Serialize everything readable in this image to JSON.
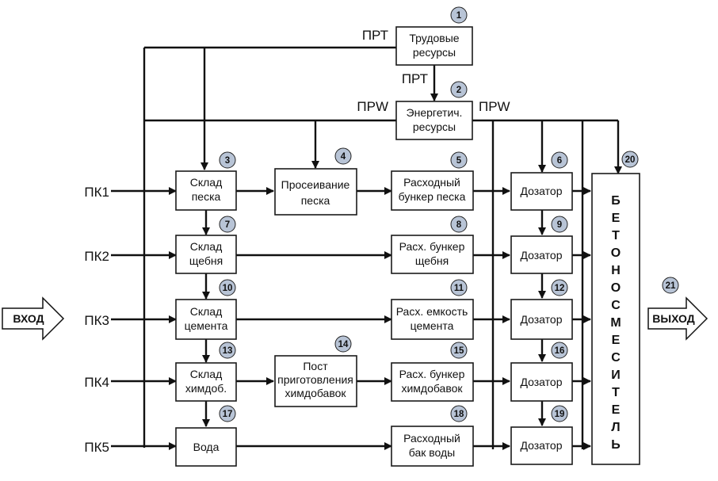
{
  "colors": {
    "line": "#111111",
    "badge": "#b8c4d6",
    "box": "#ffffff"
  },
  "input_label": "ВХОД",
  "output_label": "ВЫХОД",
  "side_labels": {
    "prt_top": "ПРТ",
    "prt_mid": "ПРТ",
    "prw_left": "ПРW",
    "prw_right": "ПРW",
    "pk1": "ПК1",
    "pk2": "ПК2",
    "pk3": "ПК3",
    "pk4": "ПК4",
    "pk5": "ПК5"
  },
  "blocks": {
    "b1": {
      "num": "1",
      "lines": [
        "Трудовые",
        "ресурсы"
      ]
    },
    "b2": {
      "num": "2",
      "lines": [
        "Энергетич.",
        "ресурсы"
      ]
    },
    "b3": {
      "num": "3",
      "lines": [
        "Склад",
        "песка"
      ]
    },
    "b4": {
      "num": "4",
      "lines": [
        "Просеивание",
        "песка"
      ]
    },
    "b5": {
      "num": "5",
      "lines": [
        "Расходный",
        "бункер песка"
      ]
    },
    "b6": {
      "num": "6",
      "lines": [
        "Дозатор"
      ]
    },
    "b7": {
      "num": "7",
      "lines": [
        "Склад",
        "щебня"
      ]
    },
    "b8": {
      "num": "8",
      "lines": [
        "Расх. бункер",
        "щебня"
      ]
    },
    "b9": {
      "num": "9",
      "lines": [
        "Дозатор"
      ]
    },
    "b10": {
      "num": "10",
      "lines": [
        "Склад",
        "цемента"
      ]
    },
    "b11": {
      "num": "11",
      "lines": [
        "Расх. емкость",
        "цемента"
      ]
    },
    "b12": {
      "num": "12",
      "lines": [
        "Дозатор"
      ]
    },
    "b13": {
      "num": "13",
      "lines": [
        "Склад",
        "химдоб."
      ]
    },
    "b14": {
      "num": "14",
      "lines": [
        "Пост",
        "приготовления",
        "химдобавок"
      ]
    },
    "b15": {
      "num": "15",
      "lines": [
        "Расх. бункер",
        "химдобавок"
      ]
    },
    "b16": {
      "num": "16",
      "lines": [
        "Дозатор"
      ]
    },
    "b17": {
      "num": "17",
      "lines": [
        "Вода"
      ]
    },
    "b18": {
      "num": "18",
      "lines": [
        "Расходный",
        "бак воды"
      ]
    },
    "b19": {
      "num": "19",
      "lines": [
        "Дозатор"
      ]
    },
    "b20": {
      "num": "20",
      "letters": [
        "Б",
        "Е",
        "Т",
        "О",
        "Н",
        "О",
        "С",
        "М",
        "Е",
        "С",
        "И",
        "Т",
        "Е",
        "Л",
        "Ь"
      ]
    },
    "b21": {
      "num": "21"
    }
  }
}
